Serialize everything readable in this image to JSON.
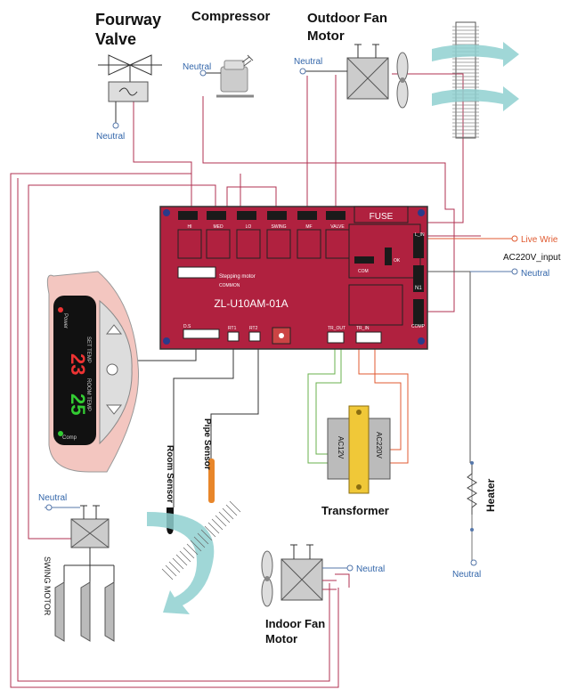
{
  "components": {
    "fourway_valve": "Fourway\nValve",
    "compressor": "Compressor",
    "outdoor_fan_motor": "Outdoor Fan\nMotor",
    "transformer": "Transformer",
    "indoor_fan_motor": "Indoor Fan\nMotor",
    "heater": "Heater",
    "swing_motor": "SWING MOTOR",
    "room_sensor": "Room Sensor",
    "pipe_sensor": "Pipe Sensor"
  },
  "neutral_label": "Neutral",
  "power": {
    "live": "Live Wrie",
    "input": "AC220V_input",
    "neutral": "Neutral"
  },
  "board": {
    "model": "ZL-U10AM-01A",
    "fuse": "FUSE",
    "stepping_motor": "Stepping motor",
    "common": "COMMON",
    "relays": [
      "HI",
      "MED",
      "LO",
      "SWING",
      "MF",
      "VALVE"
    ],
    "side_labels": [
      "L_IN",
      "N1",
      "COMP"
    ],
    "com": "COM",
    "ok": "OK",
    "connectors": [
      "D.S",
      "RT1",
      "RT2",
      "TR_OUT",
      "TR_IN"
    ]
  },
  "transformer_labels": {
    "primary": "AC220V",
    "secondary": "AC12V"
  },
  "display": {
    "power": "Power",
    "comp": "Comp",
    "set_temp_label": "SET TEMP",
    "room_temp_label": "ROOM TEMP",
    "set_temp": "23",
    "room_temp": "25"
  }
}
